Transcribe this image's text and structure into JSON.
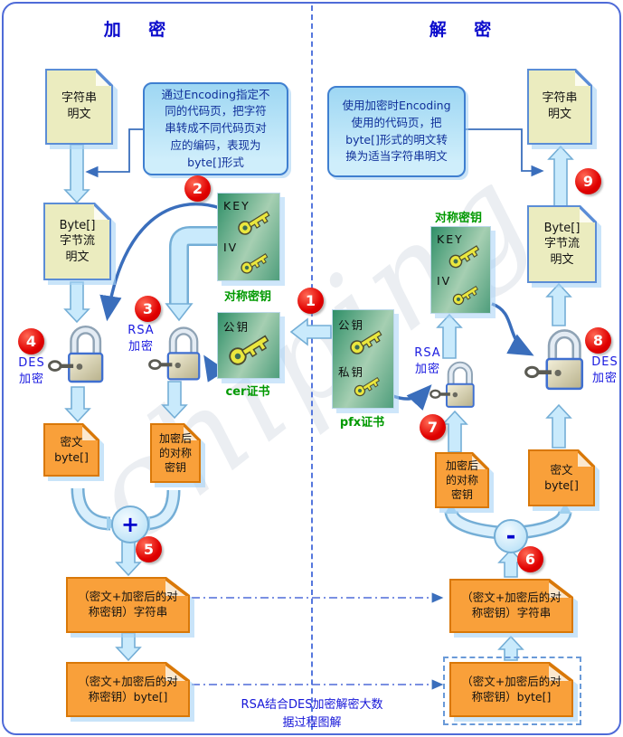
{
  "footer": {
    "line1": "RSA结合DES加密解密大数",
    "line2": "据过程图解"
  },
  "steps": [
    "1",
    "2",
    "3",
    "4",
    "5",
    "6",
    "7",
    "8",
    "9"
  ],
  "watermark": "chiping",
  "colors": {
    "frame_blue": "#4f6bd8",
    "title_blue": "#0b0bcc",
    "badge_red": "#e00000",
    "orange_fill": "#f9a03a",
    "doc_yellow": "#ebecbf",
    "green_label": "#009900",
    "arrow_light_blue": "#c9eafc",
    "curve_blue": "#3a6ebc"
  },
  "encrypt": {
    "title": "加 密",
    "callout": "通过Encoding指定不\n同的代码页，把字符\n串转成不同代码页对\n应的编码，表现为\nbyte[]形式",
    "plaintext_doc": "字符串\n明文",
    "byte_doc": "Byte[]\n字节流\n明文",
    "symkey_box": {
      "key": "KEY",
      "iv": "IV",
      "caption": "对称密钥"
    },
    "cer_box": {
      "pub": "公钥",
      "caption": "cer证书"
    },
    "rsa_label": "RSA\n加密",
    "des_label": "DES\n加密",
    "cipher_doc": "密文\nbyte[]",
    "enckey_doc": "加密后\n的对称\n密钥",
    "combine_op": "+",
    "string_box": "（密文+加密后的对\n称密钥）字符串",
    "bytes_box": "（密文+加密后的对\n称密钥）byte[]"
  },
  "decrypt": {
    "title": "解 密",
    "callout": "使用加密时Encoding\n使用的代码页，把\nbyte[]形式的明文转\n换为适当字符串明文",
    "plaintext_doc": "字符串\n明文",
    "byte_doc": "Byte[]\n字节流\n明文",
    "symkey_box": {
      "key": "KEY",
      "iv": "IV",
      "caption": "对称密钥"
    },
    "pfx_box": {
      "pub": "公钥",
      "priv": "私钥",
      "caption": "pfx证书"
    },
    "rsa_label": "RSA\n加密",
    "des_label": "DES\n加密",
    "cipher_doc": "密文\nbyte[]",
    "enckey_doc": "加密后\n的对称\n密钥",
    "split_op": "-",
    "string_box": "（密文+加密后的对\n称密钥）字符串",
    "bytes_box": "（密文+加密后的对\n称密钥）byte[]"
  }
}
